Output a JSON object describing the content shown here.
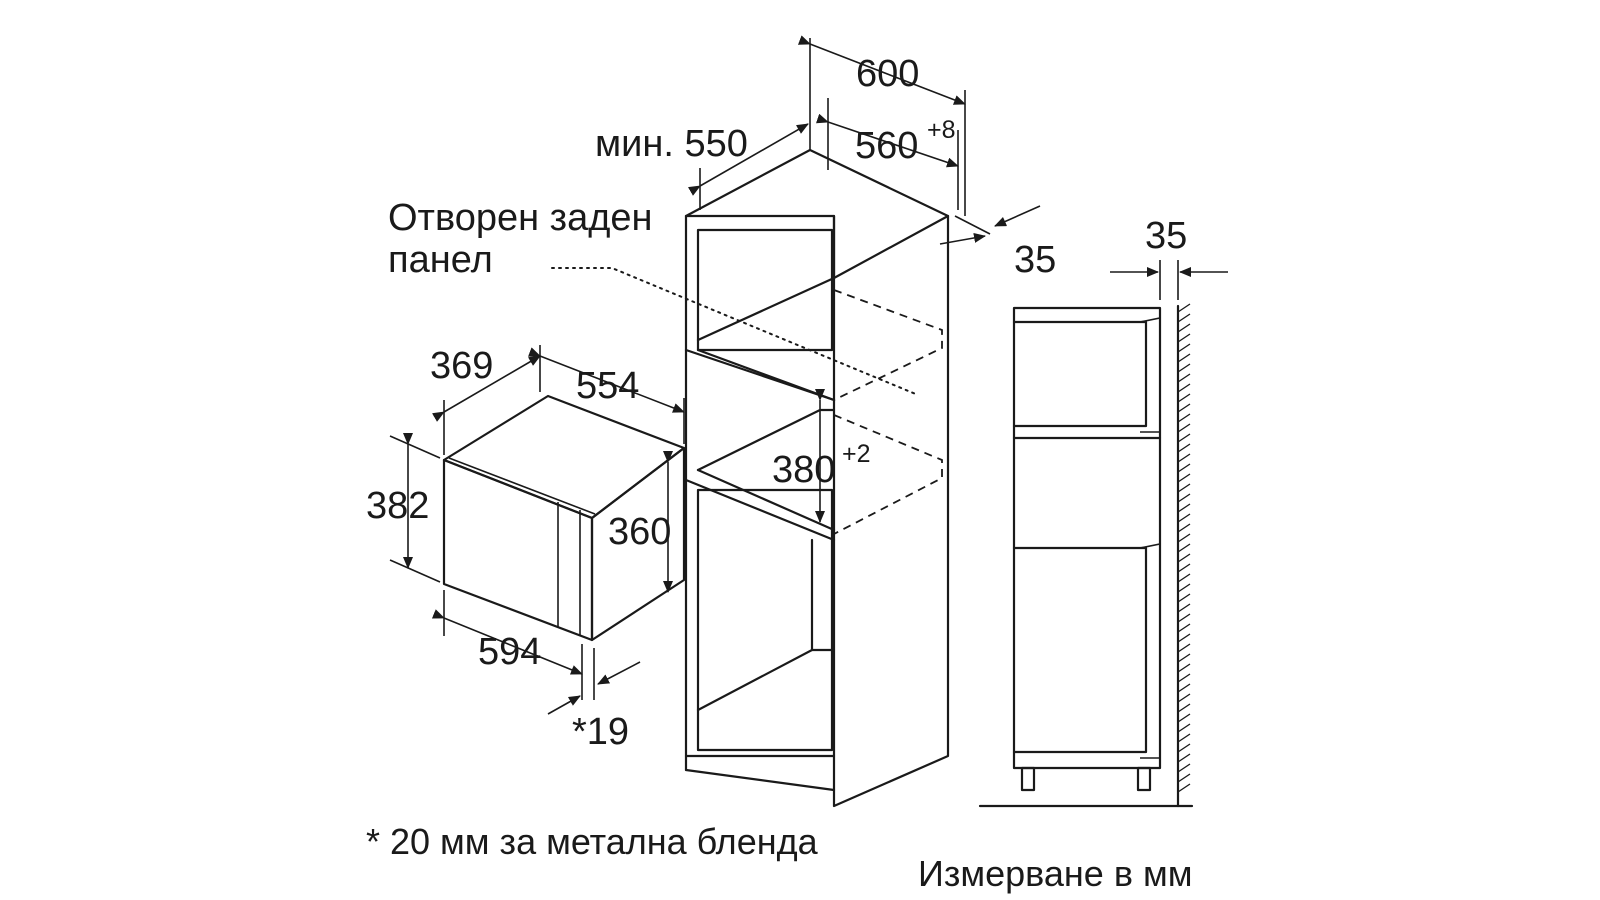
{
  "diagram": {
    "labels": {
      "width_total": "600",
      "depth_min": "мин. 550",
      "inner_width": "560",
      "inner_width_tolerance": "+8",
      "side_35_top": "35",
      "open_back_line1": "Отворен заден",
      "open_back_line2": "панел",
      "opening_height": "380",
      "opening_height_tolerance": "+2",
      "mw_depth": "369",
      "mw_width_top": "554",
      "mw_height": "382",
      "mw_inner_height": "360",
      "mw_width_front": "594",
      "mw_front_thickness": "*19",
      "side_view_35": "35"
    },
    "footnote": "* 20 мм за метална бленда",
    "units_note": "Измерване в мм"
  }
}
